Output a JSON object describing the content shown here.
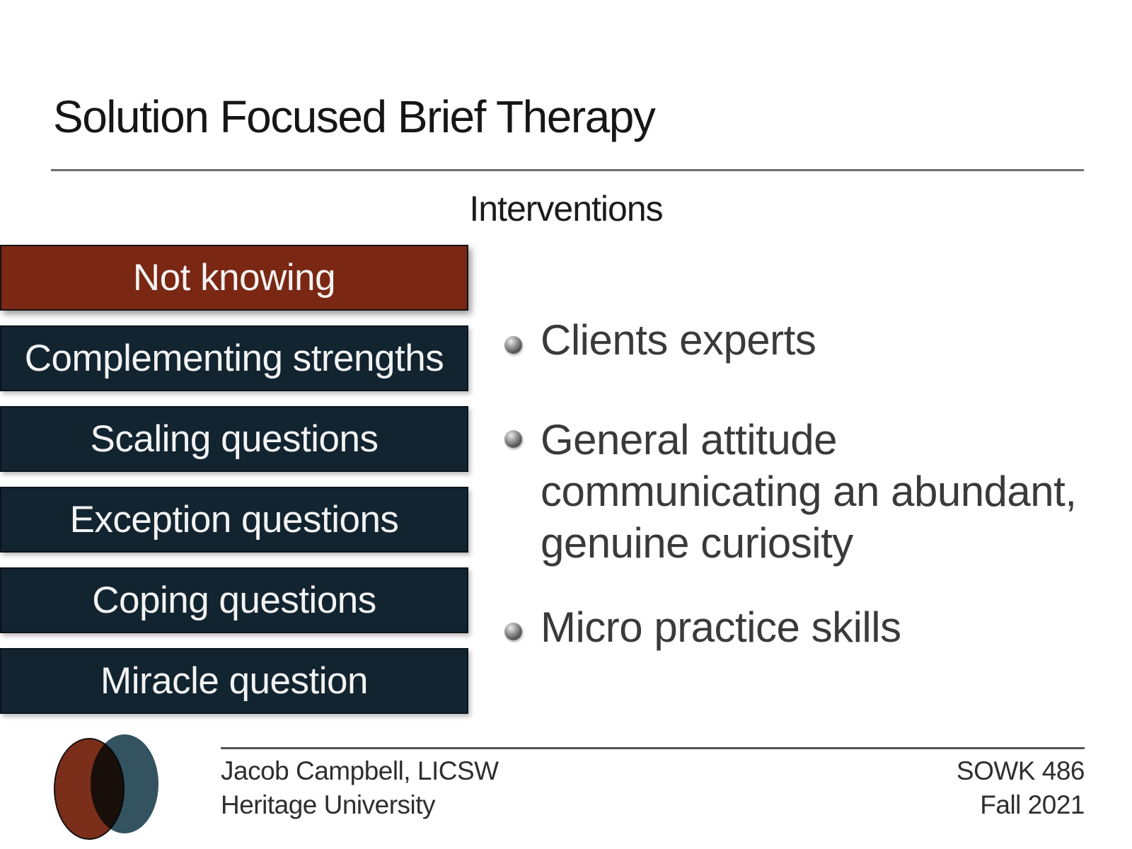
{
  "slide": {
    "title": "Solution Focused Brief Therapy",
    "subtitle": "Interventions"
  },
  "bars": {
    "items": [
      {
        "label": "Not knowing",
        "highlighted": true,
        "color": "#7a2713"
      },
      {
        "label": "Complementing strengths",
        "highlighted": false,
        "color": "#122430"
      },
      {
        "label": "Scaling questions",
        "highlighted": false,
        "color": "#122430"
      },
      {
        "label": "Exception questions",
        "highlighted": false,
        "color": "#122430"
      },
      {
        "label": "Coping questions",
        "highlighted": false,
        "color": "#122430"
      },
      {
        "label": "Miracle question",
        "highlighted": false,
        "color": "#122430"
      }
    ]
  },
  "bullets": {
    "icon": "sphere-bullet-icon",
    "items": [
      {
        "text": "Clients experts"
      },
      {
        "text": "General attitude\ncommunicating an abundant,\ngenuine curiosity"
      },
      {
        "text": "Micro practice skills"
      }
    ]
  },
  "footer": {
    "author": "Jacob Campbell, LICSW\nHeritage University",
    "course": "SOWK 486\nFall 2021"
  },
  "colors": {
    "accent_maroon": "#7a2713",
    "accent_navy": "#122430",
    "venn_maroon": "#7b2e1a",
    "venn_teal": "#32535f",
    "bar_text": "#f3f3f3",
    "body_text": "#3a3a3c",
    "footer_text": "#2e2e2e",
    "title_text": "#161616",
    "rule_gray": "#6e6e6e"
  }
}
